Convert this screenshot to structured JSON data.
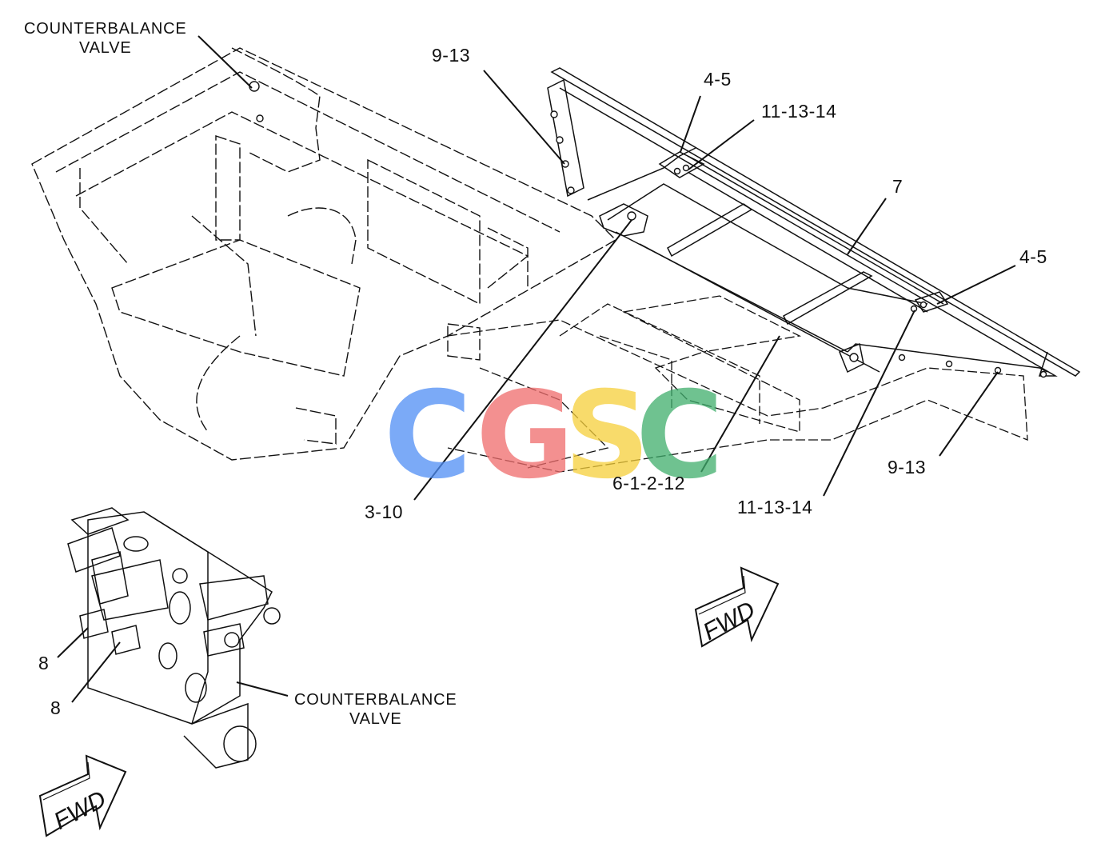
{
  "labels": {
    "cbv_top_line1": "COUNTERBALANCE",
    "cbv_top_line2": "VALVE",
    "cbv_bottom_line1": "COUNTERBALANCE",
    "cbv_bottom_line2": "VALVE",
    "p_9_13_top": "9-13",
    "p_4_5_top": "4-5",
    "p_11_13_14_top": "11-13-14",
    "p_7": "7",
    "p_4_5_right": "4-5",
    "p_9_13_right": "9-13",
    "p_11_13_14_bottom": "11-13-14",
    "p_6_1_2_12": "6-1-2-12",
    "p_3_10": "3-10",
    "p_8_a": "8",
    "p_8_b": "8",
    "fwd_right": "FWD",
    "fwd_left": "FWD"
  },
  "watermark": {
    "letters": [
      "C",
      "G",
      "S",
      "C"
    ],
    "colors": [
      "#4f8ef5",
      "#ef6c6c",
      "#f6cf3a",
      "#3fae6c"
    ]
  },
  "colors": {
    "line": "#111111",
    "background": "#ffffff"
  }
}
